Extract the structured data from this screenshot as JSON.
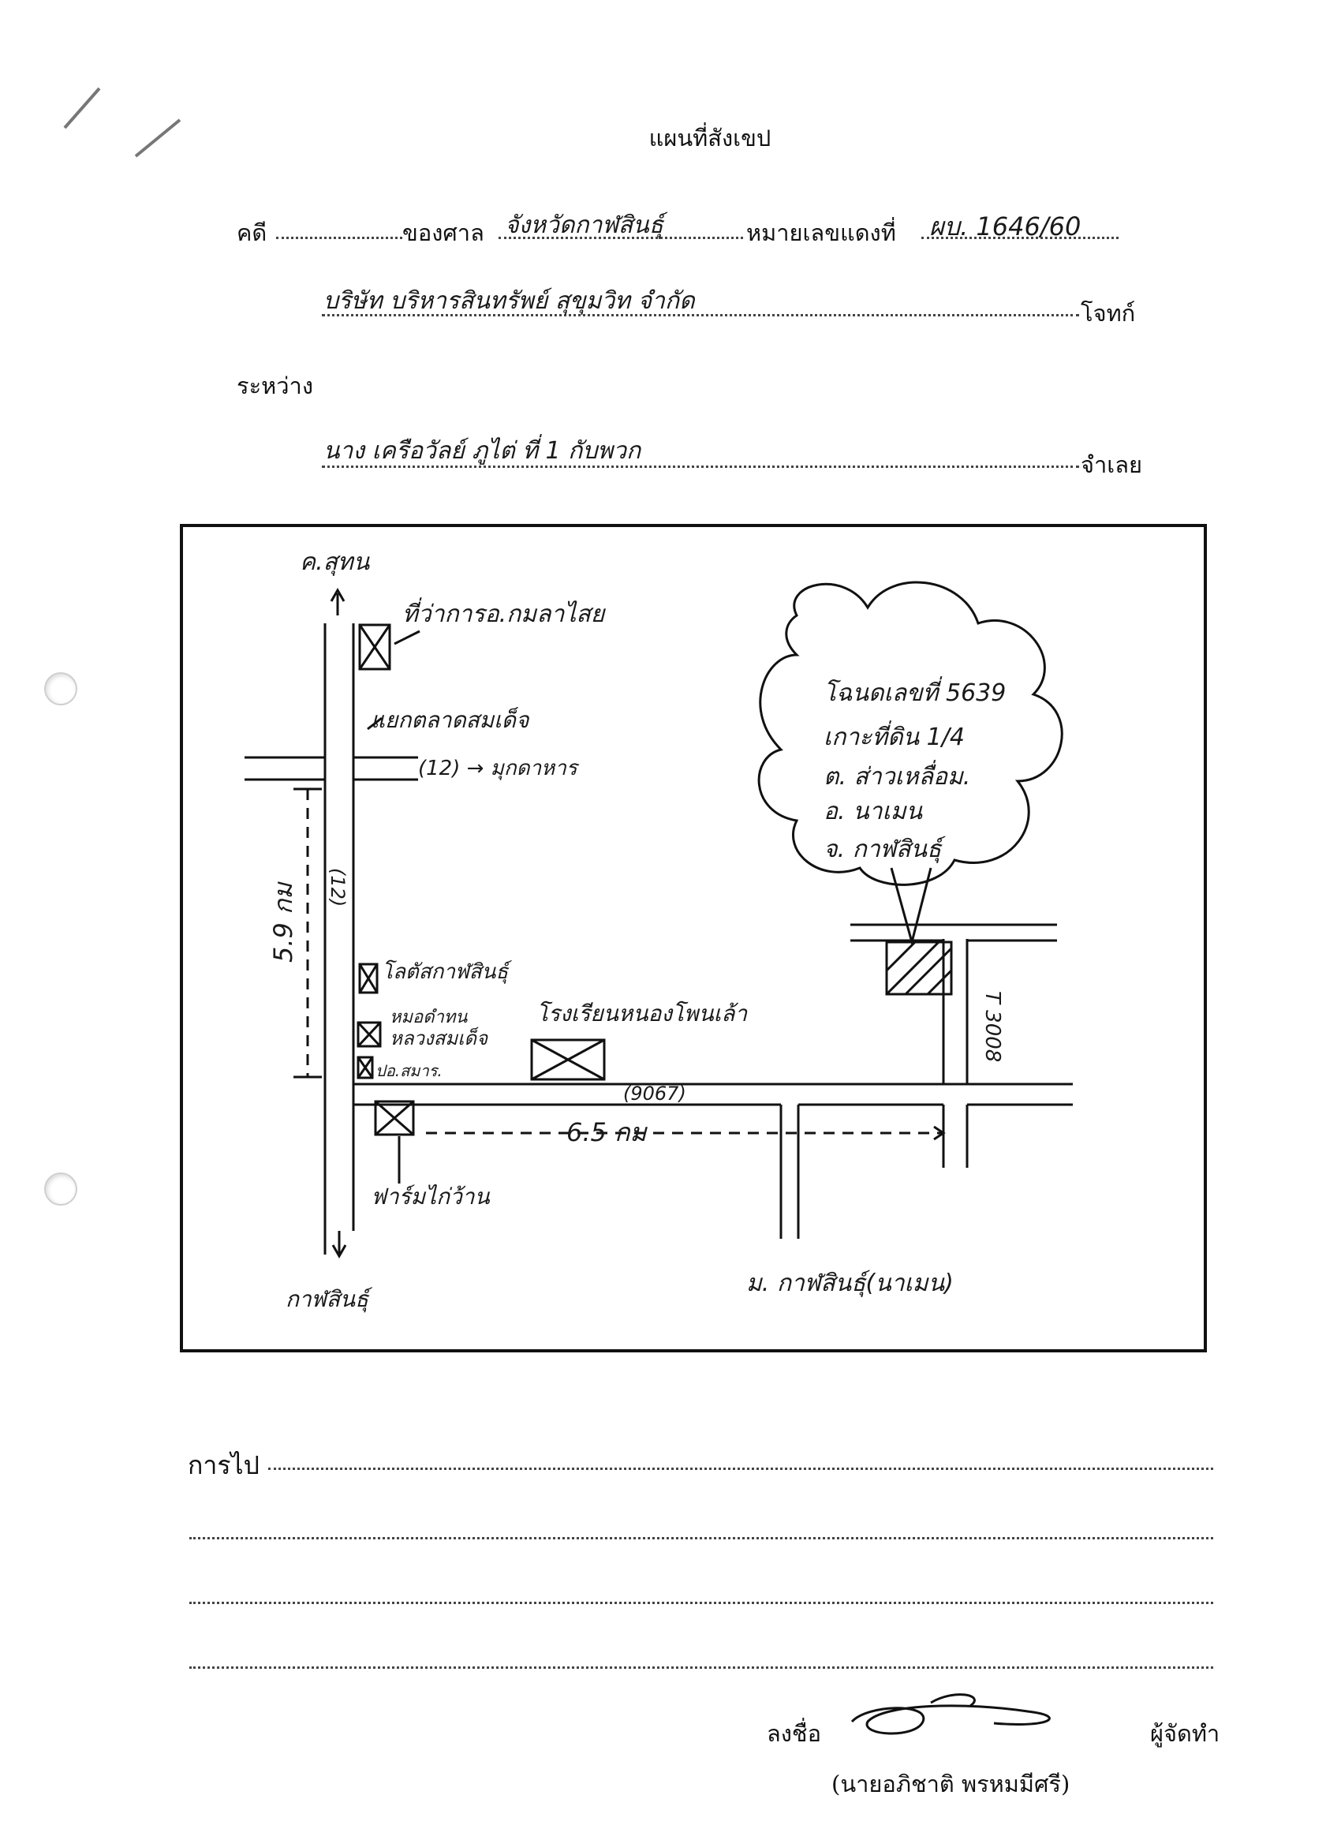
{
  "title": "แผนที่สังเขป",
  "header": {
    "case_label": "คดี",
    "court_label": "ของศาล",
    "court_value": "จังหวัดกาฬสินธุ์",
    "red_number_label": "หมายเลขแดงที่",
    "red_number_value": "ผบ. 1646/60",
    "plaintiff_value": "บริษัท บริหารสินทรัพย์ สุขุมวิท จำกัด",
    "plaintiff_label": "โจทก์",
    "between_label": "ระหว่าง",
    "defendant_value": "นาง เครือวัลย์ ภูไต่ ที่ 1 กับพวก",
    "defendant_label": "จำเลย"
  },
  "map": {
    "road_top_label": "ค.สุทน",
    "school_label": "ที่ว่าการอ.กมลาไสย",
    "junction_label": "แยกตลาดสมเด็จ",
    "road12_label": "(12) → มุกดาหาร",
    "road12_vertical": "(12)",
    "dist_vertical": "5.9 กม",
    "market_label": "โลตัสกาฬสินธุ์",
    "temple_label": "หมอดำทน",
    "hall_label": "หลวงสมเด็จ",
    "shop_label": "ปอ.สมาร.",
    "hospital_label": "โรงเรียนหนองโพนเล้า",
    "road9067_label": "(9067)",
    "dist_horizontal": "6.5 กม",
    "bottom_left_box_label": "ฟาร์มไก่ว้าน",
    "bottom_left_label": "กาฬสินธุ์",
    "bottom_right_label": "ม. กาฬสินธุ์(นาเมน)",
    "side_road_label": "T 3008",
    "cloud_lines": [
      "โฉนดเลขที่ 5639",
      "เกาะที่ดิน 1/4",
      "ต. ส่าวเหลื่อม.",
      "อ. นาเมน",
      "จ. กาฬสินธุ์"
    ]
  },
  "footer": {
    "directions_label": "การไป",
    "signature_label": "ลงชื่อ",
    "role_label": "ผู้จัดทำ",
    "signer_name": "(นายอภิชาติ พรหมมีศรี)"
  }
}
